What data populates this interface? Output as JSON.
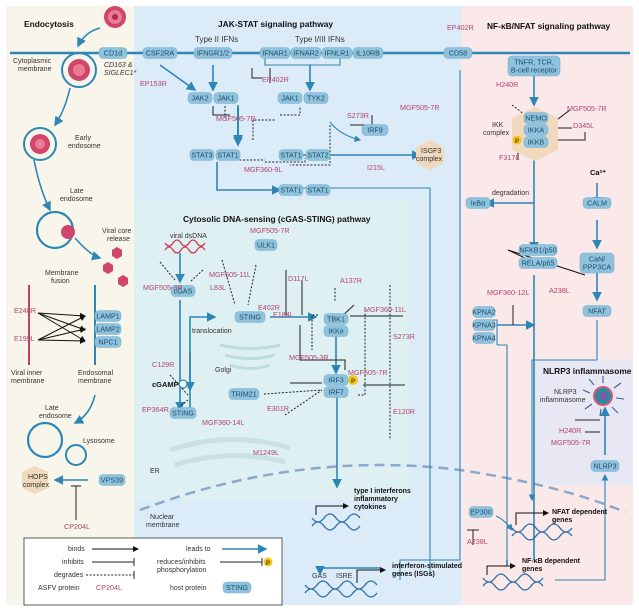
{
  "panels": {
    "endocytosis": {
      "title": "Endocytosis"
    },
    "jak_stat": {
      "title": "JAK-STAT signaling pathway",
      "type2": "Type II IFNs",
      "type13": "Type I/III IFNs"
    },
    "cgas_sting": {
      "title": "Cytosolic DNA-sensing (cGAS-STING) pathway"
    },
    "nfkb_nfat": {
      "title": "NF-κB/NFAT signaling pathway"
    },
    "nlrp3": {
      "title": "NLRP3 inflammasome"
    }
  },
  "colors": {
    "asfv": "#b0456e",
    "host": "#8fc2dc",
    "flow": "#2d86b5",
    "endocytosis_bg": "#f8f6ea",
    "jak_bg": "#dcebf8",
    "cgas_bg": "#dff0f2",
    "nfkb_bg": "#fbe8e8",
    "nlrp3_bg": "#e8e8f5",
    "phospho": "#f0c419"
  },
  "labels": {
    "cyto_membrane": [
      "Cytoplasmic",
      "membrane"
    ],
    "cd163": [
      "CD163 &",
      "SIGLEC1*"
    ],
    "early_endo": [
      "Early",
      "endosome"
    ],
    "late_endo": [
      "Late",
      "endosome"
    ],
    "viral_core": [
      "Viral core",
      "release"
    ],
    "mem_fusion": [
      "Membrane",
      "fusion"
    ],
    "viral_inner": [
      "Viral inner",
      "membrane"
    ],
    "endo_mem": [
      "Endosomal",
      "membrane"
    ],
    "late_endo2": [
      "Late",
      "endosome"
    ],
    "lysosome": "Lysosome",
    "hops": [
      "HOPS",
      "complex"
    ],
    "viral_dsdna": "viral dsDNA",
    "translocation": "translocation",
    "golgi": "Golgi",
    "cgamp": "cGAMP",
    "er": "ER",
    "nuclear_mem": [
      "Nuclear",
      "membrane"
    ],
    "isgf3": [
      "ISGF3",
      "complex"
    ],
    "ikk_complex": [
      "IKK",
      "complex"
    ],
    "degradation": "degradation",
    "ca": "Ca²⁺",
    "type1_ifn": [
      "type I interferons",
      "inflammatory",
      "cytokines"
    ],
    "gas": "GAS",
    "isre": "ISRE",
    "isgs": [
      "interferon-stimulated",
      "genes (ISGs)"
    ],
    "nfat_genes": [
      "NFAT dependent",
      "genes"
    ],
    "nfkb_genes": [
      "NF-κB dependent",
      "genes"
    ],
    "nlrp3_infl": [
      "NLRP3",
      "inflammasome"
    ],
    "phospho_p": "P"
  },
  "host": {
    "cd1d": "CD1d",
    "csf2ra": "CSF2RA",
    "ifngr": "IFNGR1/2",
    "ifnar1": "IFNAR1",
    "ifnar2": "IFNAR2",
    "ifnlr1": "IFNLR1",
    "il10rb": "IL10RB",
    "cd58": "CD58",
    "tnfr": [
      "TNFR, TCR,",
      "B-cell receptor"
    ],
    "jak2": "JAK2",
    "jak1a": "JAK1",
    "jak1b": "JAK1",
    "tyk2": "TYK2",
    "stat3": "STAT3",
    "stat1a": "STAT1",
    "stat1b": "STAT1",
    "stat2": "STAT2",
    "stat1c": "STAT1",
    "stat1d": "STAT1",
    "irf9": "IRF9",
    "lamp1": "LAMP1",
    "lamp2": "LAMP2",
    "npc1": "NPC1",
    "vps39": "VPS39",
    "cgas": "cGAS",
    "ulk1": "ULK1",
    "sting": "STING",
    "sting2": "STING",
    "tbk1": "TBK1",
    "ikke": "IKKe",
    "irf3": "IRF3",
    "irf7": "IRF7",
    "trim21": "TRIM21",
    "nemo": "NEMO",
    "ikka": "IKKA",
    "ikkb": "IKKB",
    "ikba": "IκBα",
    "calm": "CALM",
    "nfkb1": "NFKB1/p50",
    "rela": "RELA/p65",
    "can": [
      "CaN/",
      "PPP3CA"
    ],
    "nfat": "NFAT",
    "kpna2": "KPNA2",
    "kpna3": "KPNA3",
    "kpna4": "KPNA4",
    "ep300": "EP300",
    "nlrp3": "NLRP3"
  },
  "asfv": {
    "ep153r": "EP153R",
    "ep402r_a": "EP402R",
    "ep402r_b": "EP402R",
    "mgf505_7r_a": "MGF505-7R",
    "s273r_a": "S273R",
    "mgf505_7r_b": "MGF505-7R",
    "mgf360_9l": "MGF360-9L",
    "i215l": "I215L",
    "e248r": "E248R",
    "e199l": "E199L",
    "cp204l": "CP204L",
    "mgf505_7r_c": "MGF505-7R",
    "mgf505_11l": "MGF505-11L",
    "mgf505_3r_a": "MGF505-3R",
    "l83l": "L83L",
    "e184l": "E184L",
    "d117l": "D117L",
    "e402r": "E402R",
    "a137r": "A137R",
    "mgf360_11l": "MGF360-11L",
    "s273r_b": "S273R",
    "mgf505_3r_b": "MGF505-3R",
    "mgf505_7r_d": "MGF505-7R",
    "c129r": "C129R",
    "ep364r": "EP364R",
    "e301r": "E301R",
    "mgf360_14l": "MGF360-14L",
    "e120r": "E120R",
    "m1249l": "M1249L",
    "h240r_a": "H240R",
    "mgf505_7r_e": "MGF505-7R",
    "d345l": "D345L",
    "f317l": "F317L",
    "mgf360_12l": "MGF360-12L",
    "a238l_a": "A238L",
    "a238l_b": "A238L",
    "h240r_b": "H240R",
    "mgf505_7r_f": "MGF505-7R"
  },
  "legend": {
    "binds": "binds",
    "inhibits": "inhibits",
    "degrades": "degrades",
    "asfv_protein": "ASFV protein",
    "asfv_example": "CP204L",
    "leads_to": "leads to",
    "reduces": [
      "reduces/inhibits",
      "phosphorylation"
    ],
    "host_protein": "host protein",
    "host_example": "STING",
    "p": "P"
  }
}
